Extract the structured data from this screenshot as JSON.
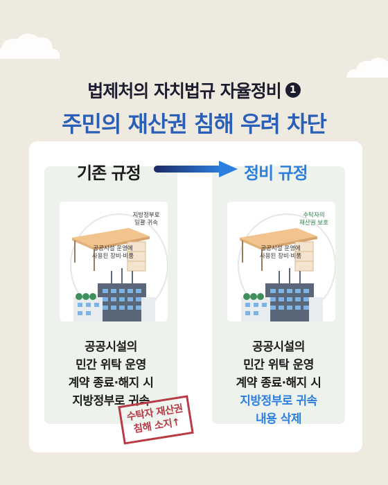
{
  "title": {
    "line1": "법제처의 자치법규 자율정비",
    "badge": "1",
    "line2": "주민의 재산권 침해 우려 차단"
  },
  "left": {
    "heading": "기존 규정",
    "note_top": [
      "지방정부로",
      "일괄 귀속"
    ],
    "note_desk": [
      "공공시설 운영에",
      "사용된 장비·비품"
    ],
    "lines": [
      "공공시설의",
      "민간 위탁 운영",
      "계약 종료·해지 시",
      "지방정부로 귀속"
    ]
  },
  "right": {
    "heading": "정비 규정",
    "note_top": [
      "수탁자의",
      "재산권 보호"
    ],
    "note_desk": [
      "공공시설 운영에",
      "사용된 장비·비품"
    ],
    "lines": [
      "공공시설의",
      "민간 위탁 운영",
      "계약 종료·해지 시"
    ],
    "lines_blue": [
      "지방정부로 귀속",
      "내용 삭제"
    ]
  },
  "stamp": [
    "수탁자 재산권",
    "침해 소지↑"
  ],
  "colors": {
    "background": "#efeae0",
    "title_blue": "#2a5fb8",
    "accent_blue": "#2b7fe0",
    "stamp_red": "#b83a44",
    "panel_green": "#eef2ec"
  }
}
